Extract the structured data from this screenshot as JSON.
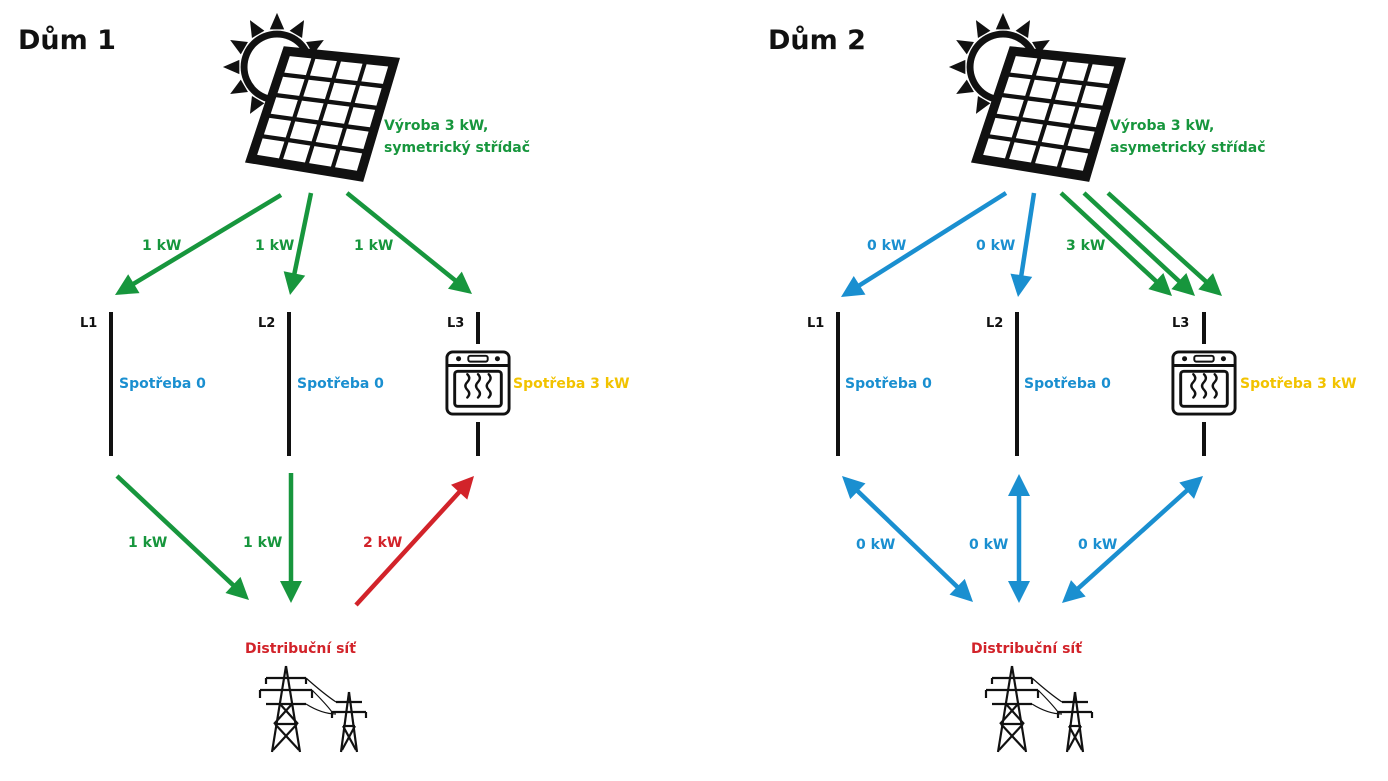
{
  "colors": {
    "green": "#17963d",
    "blue": "#1a8fd0",
    "red": "#d2232a",
    "yellow": "#f2c300",
    "black": "#111111"
  },
  "icons": [
    "sun-icon",
    "solar-panel-icon",
    "oven-icon",
    "power-pylon-icon"
  ],
  "houses": [
    {
      "title": "Dům 1",
      "production_line1": "Výroba 3 kW,",
      "production_line2": "symetrický střídač",
      "phases": [
        {
          "name": "L1",
          "consumption": "Spotřeba 0",
          "from_panel": "1 kW",
          "to_grid": "1 kW"
        },
        {
          "name": "L2",
          "consumption": "Spotřeba 0",
          "from_panel": "1 kW",
          "to_grid": "1 kW"
        },
        {
          "name": "L3",
          "consumption": "Spotřeba 3 kW",
          "from_panel": "1 kW",
          "to_grid": "2 kW"
        }
      ],
      "grid": "Distribuční síť"
    },
    {
      "title": "Dům 2",
      "production_line1": "Výroba 3 kW,",
      "production_line2": "asymetrický střídač",
      "phases": [
        {
          "name": "L1",
          "consumption": "Spotřeba 0",
          "from_panel": "0 kW",
          "to_grid": "0 kW"
        },
        {
          "name": "L2",
          "consumption": "Spotřeba 0",
          "from_panel": "0 kW",
          "to_grid": "0 kW"
        },
        {
          "name": "L3",
          "consumption": "Spotřeba 3 kW",
          "from_panel": "3 kW",
          "to_grid": "0 kW"
        }
      ],
      "grid": "Distribuční síť"
    }
  ]
}
